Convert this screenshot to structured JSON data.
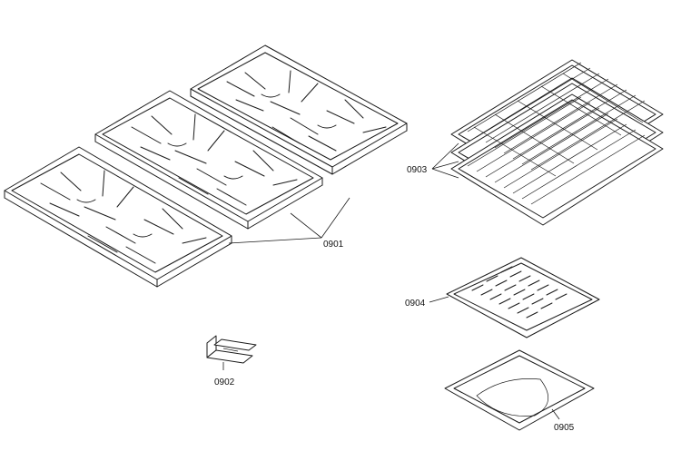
{
  "parts": [
    {
      "id": "grates",
      "label": "0901"
    },
    {
      "id": "bracket",
      "label": "0902"
    },
    {
      "id": "oven-racks",
      "label": "0903"
    },
    {
      "id": "broil-pan-insert",
      "label": "0904"
    },
    {
      "id": "broil-pan",
      "label": "0905"
    }
  ],
  "colors": {
    "line": "#1a1a1a",
    "background": "#ffffff"
  }
}
